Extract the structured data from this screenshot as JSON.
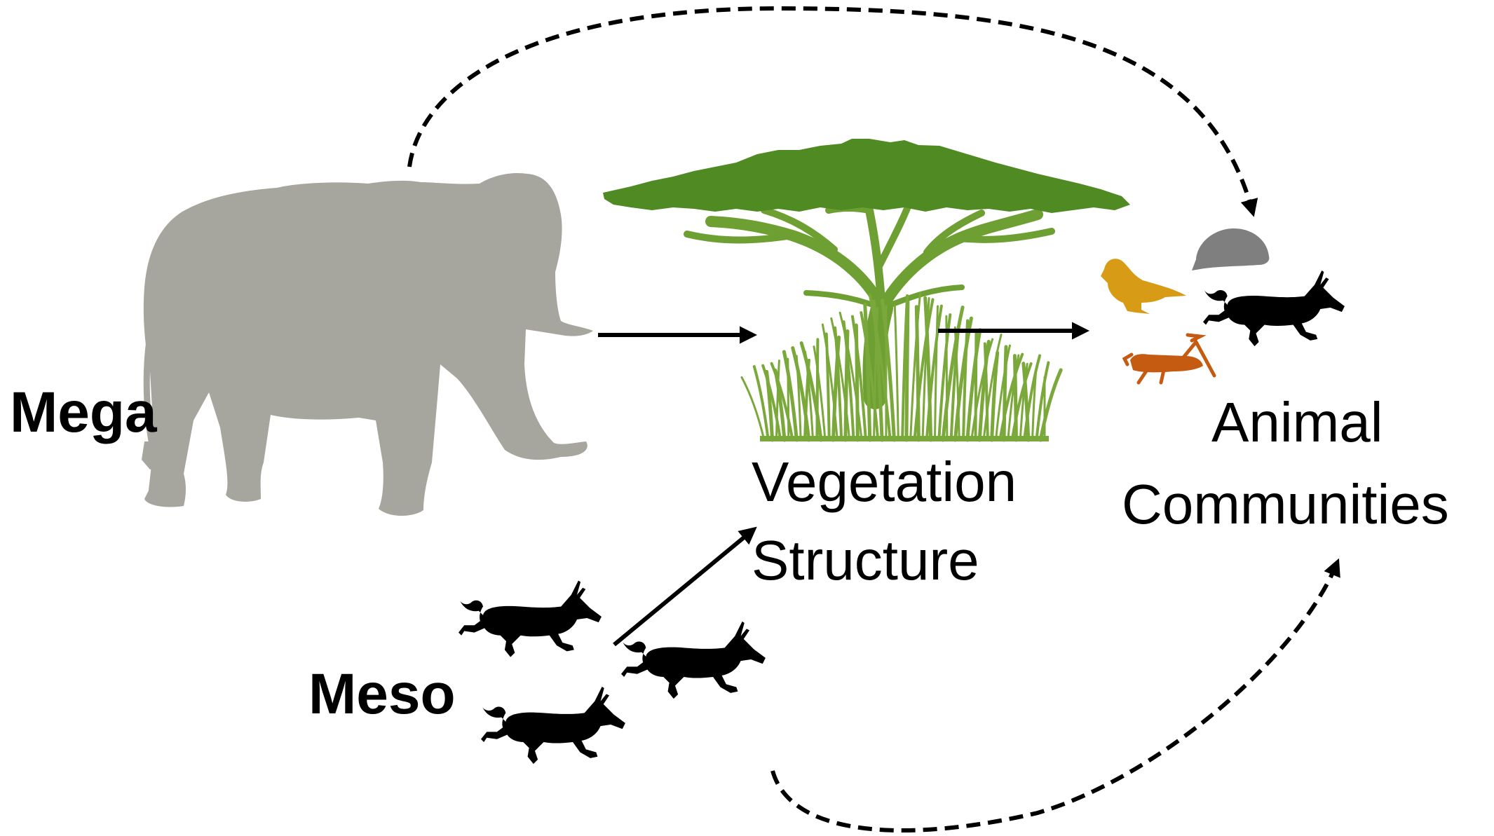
{
  "labels": {
    "mega": "Mega",
    "meso": "Meso",
    "vegetation_line1": "Vegetation",
    "vegetation_line2": "Structure",
    "animal_line1": "Animal",
    "animal_line2": "Communities"
  },
  "icons": {
    "elephant": "elephant-icon",
    "tree": "acacia-tree-icon",
    "grass": "grass-icon",
    "antelope": "antelope-icon",
    "bird": "bird-icon",
    "rodent": "rodent-icon",
    "grasshopper": "grasshopper-icon"
  },
  "colors": {
    "elephant": "#a6a69e",
    "tree_canopy": "#4f8a23",
    "grass": "#7aa83a",
    "antelope": "#000000",
    "bird": "#d89b16",
    "rodent": "#7f7f7f",
    "grasshopper": "#c55a11",
    "arrow": "#000000"
  }
}
